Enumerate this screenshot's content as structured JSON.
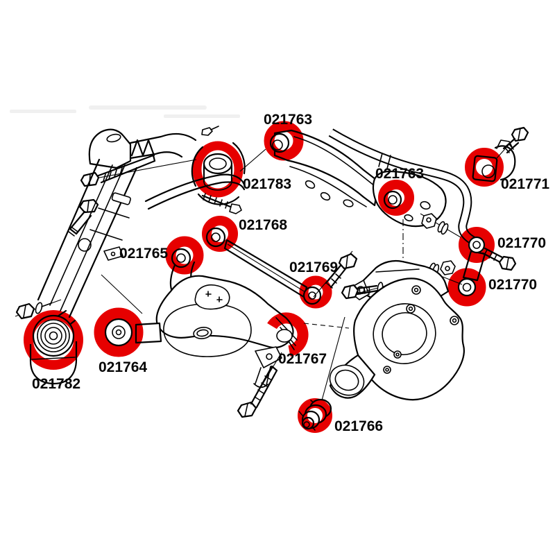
{
  "diagram": {
    "description": "Exploded rear suspension line diagram with bushing positions highlighted in red",
    "colors": {
      "highlight": "#e60000",
      "line": "#000000",
      "background": "#ffffff",
      "label_text": "#050505"
    },
    "labels": [
      {
        "text": "021763",
        "location": "upper-arm-front-bushing"
      },
      {
        "text": "021783",
        "location": "subframe-front-bushing"
      },
      {
        "text": "021763",
        "location": "upper-arm-rear-bushing"
      },
      {
        "text": "021771",
        "location": "anti-roll-bar-mount-bushing"
      },
      {
        "text": "021768",
        "location": "toe-link-inner-bushing"
      },
      {
        "text": "021765",
        "location": "lower-arm-front-bushing"
      },
      {
        "text": "021769",
        "location": "toe-link-outer-bushing"
      },
      {
        "text": "021770",
        "location": "drop-link-upper-bushing"
      },
      {
        "text": "021770",
        "location": "drop-link-lower-bushing"
      },
      {
        "text": "021764",
        "location": "lower-arm-inner-bushing"
      },
      {
        "text": "021767",
        "location": "lower-arm-rear-bushing"
      },
      {
        "text": "021782",
        "location": "subframe-rear-bushing"
      },
      {
        "text": "021766",
        "location": "knuckle-bushing"
      }
    ]
  }
}
